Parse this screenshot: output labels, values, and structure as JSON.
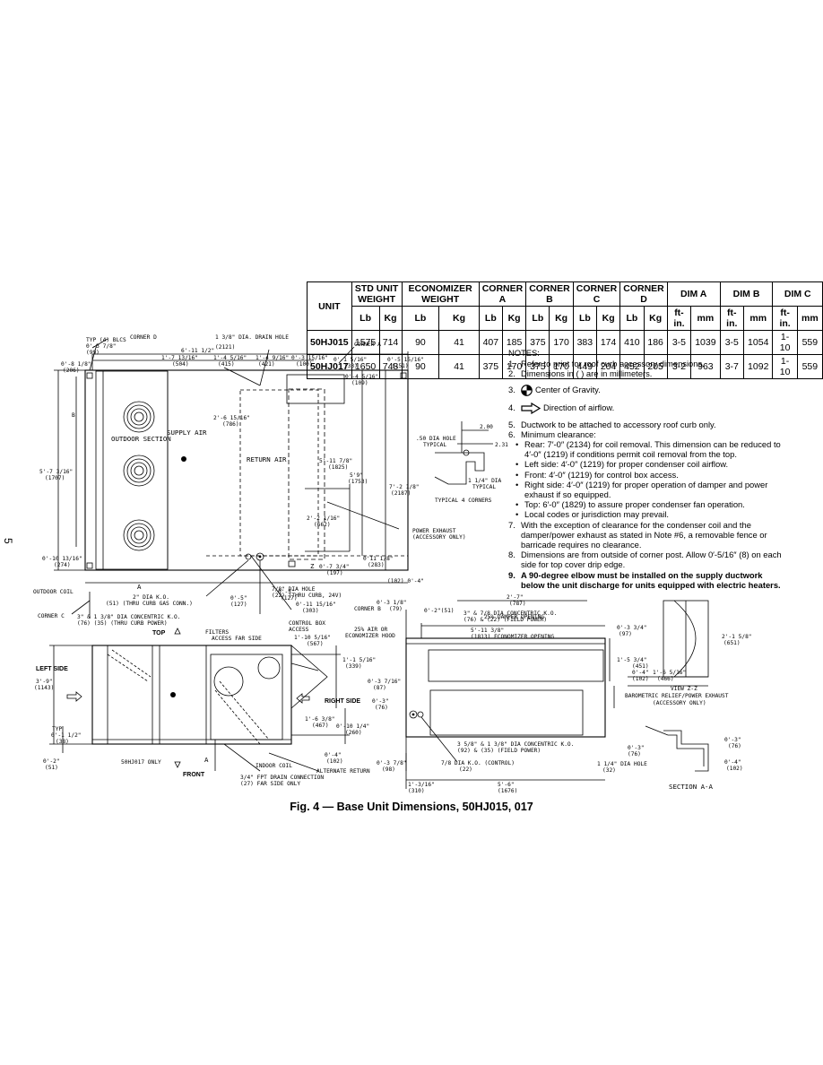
{
  "table": {
    "headers": [
      "UNIT",
      "STD UNIT WEIGHT",
      "ECONOMIZER WEIGHT",
      "CORNER A",
      "CORNER B",
      "CORNER C",
      "CORNER D",
      "DIM A",
      "DIM B",
      "DIM C"
    ],
    "subheaders": [
      "Lb",
      "Kg",
      "Lb",
      "Kg",
      "Lb",
      "Kg",
      "Lb",
      "Kg",
      "Lb",
      "Kg",
      "Lb",
      "Kg",
      "ft-in.",
      "mm",
      "ft-in.",
      "mm",
      "ft-in.",
      "mm"
    ],
    "rows": [
      [
        "50HJ015",
        "1575",
        "714",
        "90",
        "41",
        "407",
        "185",
        "375",
        "170",
        "383",
        "174",
        "410",
        "186",
        "3-5",
        "1039",
        "3-5",
        "1054",
        "1-10",
        "559"
      ],
      [
        "50HJ017",
        "1650",
        "748",
        "90",
        "41",
        "375",
        "170",
        "375",
        "170",
        "449",
        "204",
        "452",
        "205",
        "3-2",
        "963",
        "3-7",
        "1092",
        "1-10",
        "559"
      ]
    ]
  },
  "notes": {
    "title": "NOTES:",
    "n1": "Refer to print for roof curb accessory dimensions.",
    "n2": "Dimensions in ( ) are in millimeters.",
    "n3": "Center of Gravity.",
    "n4": "Direction of airflow.",
    "n5": "Ductwork to be attached to accessory roof curb only.",
    "n6": "Minimum clearance:",
    "b1": "Rear: 7′-0″ (2134) for coil removal. This dimension can be reduced to 4′-0″ (1219) if conditions permit coil removal from the top.",
    "b2": "Left side: 4′-0″ (1219) for proper condenser coil airflow.",
    "b3": "Front: 4′-0″ (1219) for control box access.",
    "b4": "Right side: 4′-0″ (1219) for proper operation of damper and power exhaust if so equipped.",
    "b5": "Top: 6′-0″ (1829) to assure proper condenser fan operation.",
    "b6": "Local codes or jurisdiction may prevail.",
    "n7": "With the exception of clearance for the condenser coil and the damper/power exhaust as stated in Note #6, a removable fence or barricade requires no clearance.",
    "n8": "Dimensions are from outside of corner post. Allow 0′-5/16″ (8) on each side for top cover drip edge.",
    "n9": "A 90-degree elbow must be installed on the supply ductwork below the unit discharge for units equipped with electric heaters."
  },
  "drawing": {
    "top": {
      "corner_d": "CORNER D",
      "typ_blcs": "TYP (4) BLCS",
      "d_03_78": "0'-3 7/8\"",
      "d_99": "(99)",
      "d_08_18": "0'-8 1/8\"",
      "d_206": "(206)",
      "drain": "1 3/8\" DIA. DRAIN HOLE",
      "d_611": "6'-11 1/2\"",
      "d_2121": "(2121)",
      "d_17": "1'-7 13/16\"",
      "d_504": "(504)",
      "d_14a": "1'-4 5/16\"",
      "d_415": "(415)",
      "d_14b": "1'-4 9/16\"",
      "d_421": "(421)",
      "d_03_1516": "0'-3 15/16\"",
      "d_100": "(100)",
      "corner_a": "CORNER A",
      "d_01_516": "0'-1 5/16\"",
      "d_33": "(33)",
      "d_05_1516": "0'-5 15/16\"",
      "d_151": "(151)",
      "d_04_516": "0'-4 5/16\"",
      "d_109": "(109)",
      "b": "B",
      "outdoor_section": "OUTDOOR SECTION",
      "supply_air": "SUPPLY AIR",
      "return_air": "RETURN AIR",
      "d_26": "2'-6 15/16\"",
      "d_786": "(786)",
      "d_57": "5'-7 3/16\"",
      "d_1707": "(1707)",
      "d_511": "5'-11 7/8\"",
      "d_1825": "(1825)",
      "d_59": "5'9\"",
      "d_1753": "(1753)",
      "d_72": "7'-2 1/8\"",
      "d_2187": "(2187)",
      "d_22": "2'-2 1/16\"",
      "d_662": "(662)",
      "power_exhaust": "POWER EXHAUST",
      "accessory_only": "(ACCESSORY ONLY)",
      "d_010": "0'-10 13/16\"",
      "d_274": "(274)",
      "d_011": "0'11 1/8\"",
      "d_283": "(283)",
      "z": "Z",
      "d_07": "0'-7 3/4\"",
      "d_197": "(197)",
      "outdoor_coil": "OUTDOOR COIL",
      "a": "A",
      "dia_ko": "2\" DIA K.O.",
      "d_51gas": "(51) (THRU CURB GAS CONN.)",
      "dia_78": "7/8\" DIA HOLE",
      "d_22curb": "(22) (THRU CURB, 24V)",
      "d_102": "(102) 0'-4\"",
      "d_03_18": "0'-3 1/8\"",
      "d_79": "(79)",
      "corner_b": "CORNER B",
      "d_05a": "0'-5\"",
      "d_127a": "(127)",
      "d_05b": "0'-5\"",
      "d_127b": "(127)",
      "d_011_1516": "0'-11 15/16\"",
      "d_303": "(303)",
      "corner_c": "CORNER C",
      "dia_3": "3\" & 1 3/8\" DIA CONCENTRIC K.O.",
      "d_76_35": "(76) (35) (THRU CURB POWER)",
      "hole_50": ".50 DIA HOLE",
      "typical": "TYPICAL",
      "d_200": "2.00",
      "d_231": "2.31",
      "hole_114": "1 1/4\" DIA",
      "typical2": "TYPICAL",
      "typ4": "TYPICAL 4 CORNERS"
    },
    "front": {
      "top_lbl": "TOP",
      "filters": "FILTERS",
      "access_far": "ACCESS FAR SIDE",
      "control_box": "CONTROL BOX",
      "access": "ACCESS",
      "d_110": "1'-10 5/16\"",
      "d_567": "(567)",
      "air_hood": "25% AIR OR",
      "econ_hood": "ECONOMIZER HOOD",
      "left_side": "LEFT SIDE",
      "d_39": "3'-9\"",
      "d_1143": "(1143)",
      "d_11": "1'-1 5/16\"",
      "d_339": "(339)",
      "d_03_716": "0'-3 7/16\"",
      "d_87": "(87)",
      "right_side": "RIGHT SIDE",
      "d_03": "0'-3\"",
      "d_76": "(76)",
      "d_16": "1'-6 3/8\"",
      "d_467": "(467)",
      "d_010_14": "0'-10 1/4\"",
      "d_260": "(260)",
      "typ": "TYP",
      "d_01_12": "0'-1 1/2\"",
      "d_38": "(38)",
      "d_02": "0'-2\"",
      "d_51": "(51)",
      "unit017": "50HJ017 ONLY",
      "a_arrow": "A",
      "front_lbl": "FRONT",
      "indoor_coil": "INDOOR COIL",
      "npt": "3/4\" FPT DRAIN CONNECTION",
      "npt2": "(27) FAR SIDE ONLY",
      "alt_return": "ALTERNATE RETURN",
      "d_04": "0'-4\"",
      "d_102": "(102)",
      "d_03_78": "0'-3 7/8\"",
      "d_98": "(98)"
    },
    "right": {
      "d_02": "0'-2\"(51)",
      "dia_3_78": "3\" & 7/8 DIA CONCENTRIC K.O.",
      "d_76_22": "(76) & (22) (FIELD POWER)",
      "d_511": "5'-11 3/8\"",
      "d_1813": "(1813) ECONOMIZER OPENING",
      "d_27": "2'-7\"",
      "d_787": "(787)",
      "damper": "25% DAMPER OPENING",
      "d_03_34": "0'-3 3/4\"",
      "d_97": "(97)",
      "d_15_34": "1'-5 3/4\"",
      "d_451": "(451)",
      "d_04": "0'-4\"",
      "d_102": "(102)",
      "d_16_516": "1'-6 5/16\"",
      "d_466": "(466)",
      "dia_358": "3 5/8\" & 1 3/8\" DIA CONCENTRIC K.O.",
      "d_92_35": "(92) & (35) (FIELD POWER)",
      "dia_78ko": "7/8 DIA K.O. (CONTROL)",
      "d_22": "(22)",
      "d_13": "1'-3/16\"",
      "d_310": "(310)",
      "d_56": "5'-6\"",
      "d_1676": "(1676)",
      "view_zz": "VIEW Z-Z",
      "baro": "BAROMETRIC RELIEF/POWER EXHAUST",
      "acc": "(ACCESSORY ONLY)",
      "d_21": "2'-1 5/8\"",
      "d_651": "(651)",
      "d_03b": "0'-3\"",
      "d_76b": "(76)",
      "d_114": "1 1/4\" DIA HOLE",
      "d_32": "(32)",
      "d_03c": "0'-3\"",
      "d_76c": "(76)",
      "d_04c": "0'-4\"",
      "d_102c": "(102)",
      "section": "SECTION A-A"
    }
  },
  "caption": "Fig. 4 — Base Unit Dimensions, 50HJ015, 017",
  "page_number": "5"
}
